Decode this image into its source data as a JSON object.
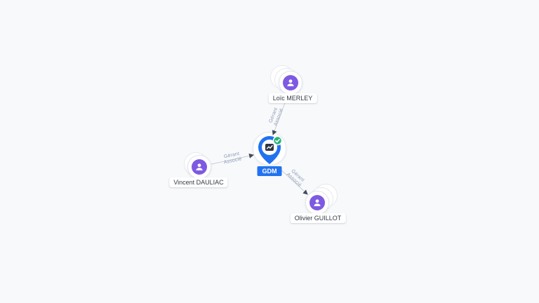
{
  "page": {
    "title": "Company network graph",
    "background": "#f8f9fb"
  },
  "company": {
    "label": "GDM",
    "pin_icon": "map-pin-company-icon",
    "badge_icon": "verified-check-icon",
    "accent": "#2272f0",
    "badge_color": "#22b573"
  },
  "persons": [
    {
      "id": "loic-merley",
      "label": "Loïc MERLEY",
      "icon": "person-icon",
      "accent": "#7e5ae2"
    },
    {
      "id": "vincent-dauliac",
      "label": "Vincent DAULIAC",
      "icon": "person-icon",
      "accent": "#7e5ae2"
    },
    {
      "id": "olivier-guillot",
      "label": "Olivier GUILLOT",
      "icon": "person-icon",
      "accent": "#7e5ae2"
    }
  ],
  "edges": [
    {
      "from": "Loïc MERLEY",
      "to": "GDM",
      "role_line1": "Gérant",
      "role_line2": "Associé"
    },
    {
      "from": "Vincent DAULIAC",
      "to": "GDM",
      "role_line1": "Gérant",
      "role_line2": "Associé"
    },
    {
      "from": "GDM",
      "to": "Olivier GUILLOT",
      "role_line1": "Gérant",
      "role_line2": "Associé"
    }
  ],
  "colors": {
    "edge_line": "#c8cdd6",
    "edge_arrow": "#434b5c",
    "edge_label_text": "#8d9bb5",
    "node_label_text": "#333a45",
    "node_fill": "#ffffff",
    "node_border": "#e3e6ec"
  }
}
